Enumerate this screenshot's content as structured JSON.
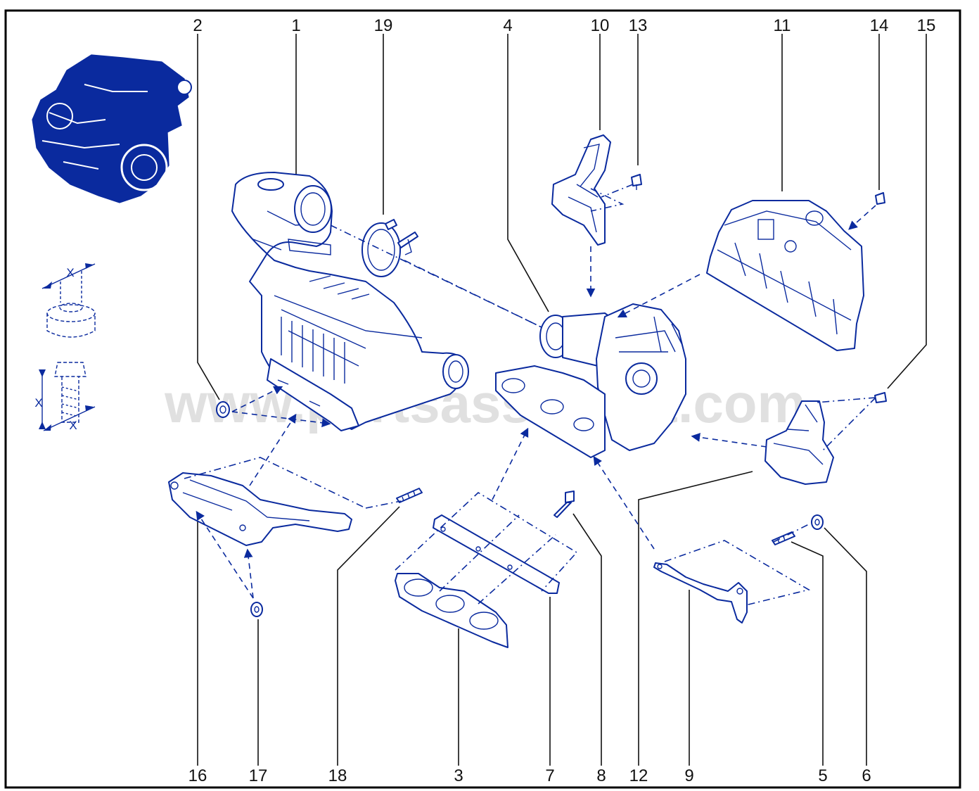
{
  "watermark": "www.partsassistant.com",
  "colors": {
    "line": "#0a2a9e",
    "label": "#111111",
    "frame": "#000000"
  },
  "callouts_top": [
    "2",
    "1",
    "19",
    "4",
    "10",
    "13",
    "11",
    "14",
    "15"
  ],
  "callouts_bottom": [
    "16",
    "17",
    "18",
    "3",
    "7",
    "8",
    "12",
    "9",
    "5",
    "6"
  ],
  "dimension_symbol": "X",
  "parts": [
    {
      "ref": "1",
      "name": "catalytic-converter"
    },
    {
      "ref": "2",
      "name": "nut"
    },
    {
      "ref": "3",
      "name": "gasket"
    },
    {
      "ref": "4",
      "name": "turbocharger"
    },
    {
      "ref": "5",
      "name": "stud"
    },
    {
      "ref": "6",
      "name": "nut"
    },
    {
      "ref": "7",
      "name": "heat-shield-plate"
    },
    {
      "ref": "8",
      "name": "bolt"
    },
    {
      "ref": "9",
      "name": "bracket"
    },
    {
      "ref": "10",
      "name": "heat-shield"
    },
    {
      "ref": "11",
      "name": "exhaust-manifold-heat-shield"
    },
    {
      "ref": "12",
      "name": "turbo-heat-shield"
    },
    {
      "ref": "13",
      "name": "bolt"
    },
    {
      "ref": "14",
      "name": "bolt"
    },
    {
      "ref": "15",
      "name": "bolt"
    },
    {
      "ref": "16",
      "name": "support-bracket"
    },
    {
      "ref": "17",
      "name": "nut"
    },
    {
      "ref": "18",
      "name": "stud"
    },
    {
      "ref": "19",
      "name": "clamp"
    }
  ]
}
